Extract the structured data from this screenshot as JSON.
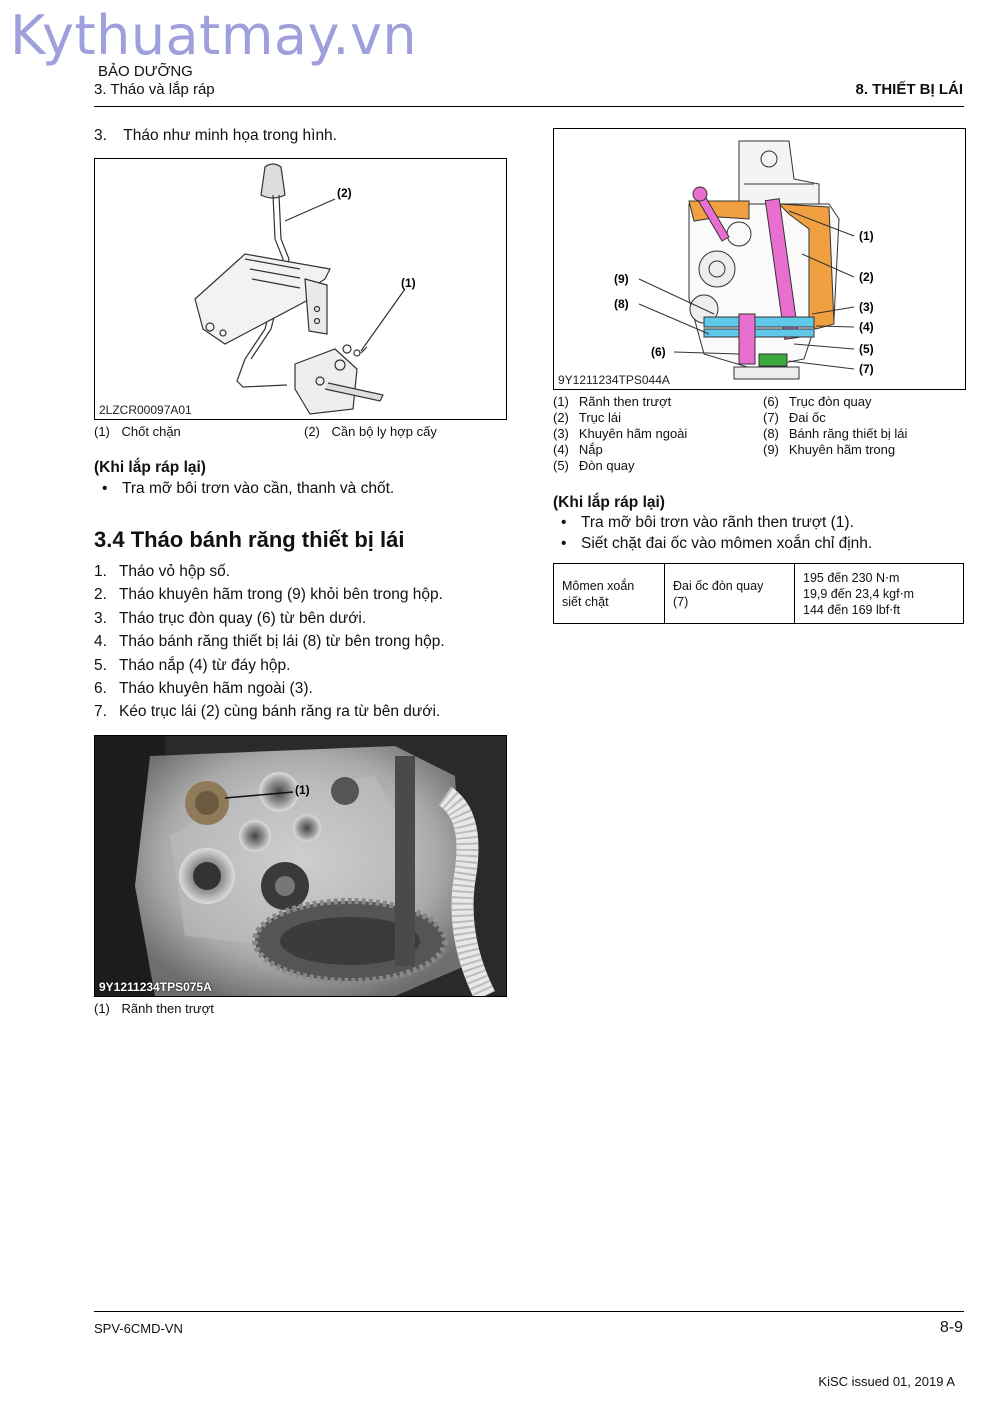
{
  "watermark": "Kythuatmay.vn",
  "header": {
    "chapter": "BẢO DƯỠNG",
    "section": "3. Tháo và lắp ráp",
    "right": "8. THIẾT BỊ LÁI"
  },
  "left": {
    "step3": {
      "num": "3.",
      "text": "Tháo như minh họa trong hình."
    },
    "fig1": {
      "code": "2LZCR00097A01",
      "callouts": [
        "(1)",
        "(2)"
      ],
      "captions": [
        {
          "num": "(1)",
          "text": "Chốt chặn"
        },
        {
          "num": "(2)",
          "text": "Cần bộ ly hợp cấy"
        }
      ]
    },
    "reassembly1": {
      "title": "(Khi lắp ráp lại)",
      "bullets": [
        "Tra mỡ bôi trơn vào cần, thanh và chốt."
      ]
    },
    "section_title": "3.4 Tháo bánh răng thiết bị lái",
    "steps": [
      {
        "num": "1.",
        "text": "Tháo vỏ hộp số."
      },
      {
        "num": "2.",
        "text": "Tháo khuyên hãm trong (9) khỏi bên trong hộp."
      },
      {
        "num": "3.",
        "text": "Tháo trục đòn quay (6) từ bên dưới."
      },
      {
        "num": "4.",
        "text": "Tháo bánh răng thiết bị lái (8) từ bên trong hộp."
      },
      {
        "num": "5.",
        "text": "Tháo nắp (4) từ đáy hộp."
      },
      {
        "num": "6.",
        "text": "Tháo khuyên hãm ngoài (3)."
      },
      {
        "num": "7.",
        "text": "Kéo trục lái (2) cùng bánh răng ra từ bên dưới."
      }
    ],
    "photo": {
      "code": "9Y1211234TPS075A",
      "callout": "(1)",
      "captions": [
        {
          "num": "(1)",
          "text": "Rãnh then trượt"
        }
      ]
    }
  },
  "right": {
    "fig2": {
      "code": "9Y1211234TPS044A",
      "callouts": [
        "(1)",
        "(2)",
        "(3)",
        "(4)",
        "(5)",
        "(7)",
        "(9)",
        "(8)",
        "(6)"
      ],
      "captions_left": [
        {
          "num": "(1)",
          "text": "Rãnh then trượt"
        },
        {
          "num": "(2)",
          "text": "Trục lái"
        },
        {
          "num": "(3)",
          "text": "Khuyên hãm ngoài"
        },
        {
          "num": "(4)",
          "text": "Nắp"
        },
        {
          "num": "(5)",
          "text": "Đòn quay"
        }
      ],
      "captions_right": [
        {
          "num": "(6)",
          "text": "Trục đòn quay"
        },
        {
          "num": "(7)",
          "text": "Đai ốc"
        },
        {
          "num": "(8)",
          "text": "Bánh răng thiết bị lái"
        },
        {
          "num": "(9)",
          "text": "Khuyên hãm trong"
        }
      ]
    },
    "reassembly2": {
      "title": "(Khi lắp ráp lại)",
      "bullets": [
        "Tra mỡ bôi trơn vào rãnh then trượt (1).",
        "Siết chặt đai ốc vào mômen xoắn chỉ định."
      ]
    },
    "torque_table": {
      "label_line1": "Mômen xoắn",
      "label_line2": "siết chặt",
      "item_line1": "Đai ốc đòn quay",
      "item_line2": "(7)",
      "values": [
        "195 đến 230 N⋅m",
        "19,9 đến 23,4 kgf⋅m",
        "144 đến 169 lbf⋅ft"
      ]
    }
  },
  "footer": {
    "doc": "SPV-6CMD-VN",
    "page": "8-9",
    "issue": "KiSC issued 01, 2019 A"
  },
  "colors": {
    "watermark": "#8f8fd6",
    "highlight_magenta": "#e86fd0",
    "highlight_orange": "#f0a040",
    "highlight_cyan": "#5fc8e8",
    "highlight_green": "#3aa83a"
  }
}
